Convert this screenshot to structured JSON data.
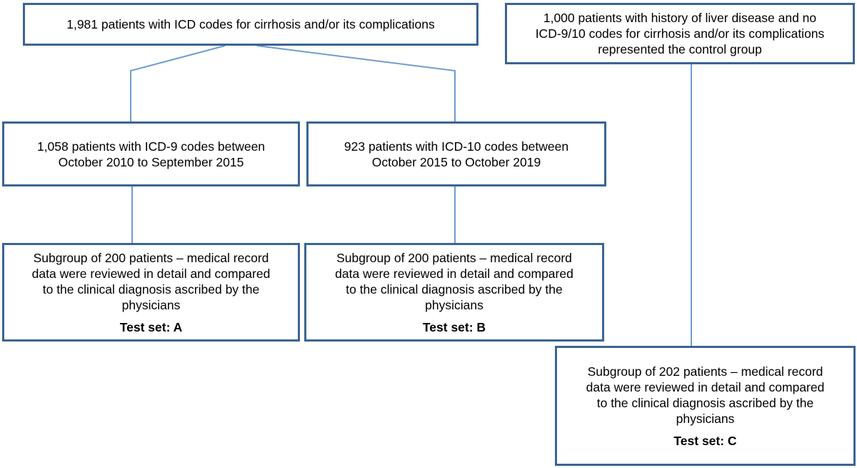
{
  "colors": {
    "box_border": "#3b6494",
    "connector": "#6f9bd1"
  },
  "boxes": {
    "root": {
      "lines": [
        "1,981 patients with ICD codes for cirrhosis and/or its complications"
      ]
    },
    "control": {
      "lines": [
        "1,000 patients with history of liver disease and no",
        "ICD-9/10 codes for cirrhosis and/or its complications",
        "represented the control group"
      ]
    },
    "icd9": {
      "lines": [
        "1,058 patients with ICD-9 codes between",
        "October 2010 to September 2015"
      ]
    },
    "icd10": {
      "lines": [
        "923 patients with ICD-10 codes between",
        "October 2015 to October 2019"
      ]
    },
    "sub_a": {
      "lines": [
        "Subgroup of 200 patients – medical record",
        "data were reviewed in detail and compared",
        "to the clinical diagnosis ascribed by the",
        "physicians"
      ],
      "test_set": "Test set: A"
    },
    "sub_b": {
      "lines": [
        "Subgroup of 200 patients – medical record",
        "data were reviewed in detail and compared",
        "to the clinical diagnosis ascribed by the",
        "physicians"
      ],
      "test_set": "Test set: B"
    },
    "sub_c": {
      "lines": [
        "Subgroup of 202 patients – medical record",
        "data were reviewed in detail and compared",
        "to the clinical diagnosis ascribed by the",
        "physicians"
      ],
      "test_set": "Test set: C"
    }
  }
}
